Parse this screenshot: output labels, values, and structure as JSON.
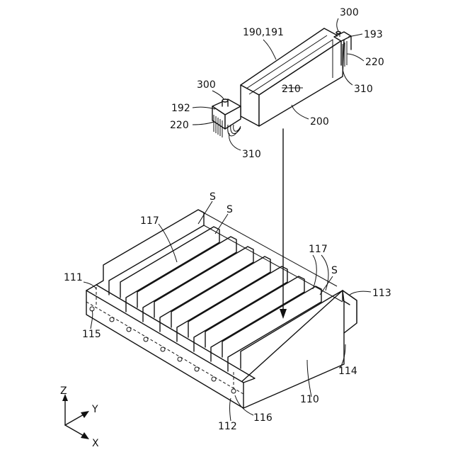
{
  "labels": {
    "l300a": "300",
    "l193": "193",
    "l190": "190,191",
    "l220a": "220",
    "l310a": "310",
    "l300b": "300",
    "l210": "210",
    "l192": "192",
    "l200": "200",
    "l220b": "220",
    "l310b": "310",
    "lS1": "S",
    "lS2": "S",
    "l117a": "117",
    "l117b": "117",
    "lS3": "S",
    "l111": "111",
    "l113": "113",
    "l115": "115",
    "l114": "114",
    "l110": "110",
    "l112": "112",
    "l116": "116"
  },
  "axes": {
    "z": "Z",
    "y": "Y",
    "x": "X"
  }
}
